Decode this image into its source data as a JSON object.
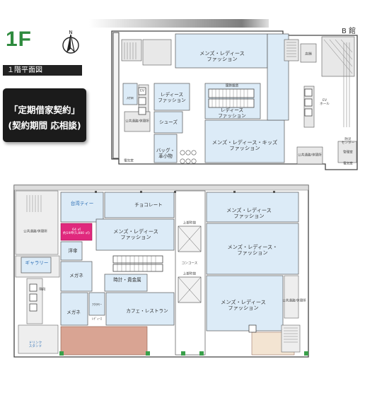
{
  "header": {
    "floor": "1F",
    "floor_plan_label": "１階平面図",
    "building_b": "B 館",
    "compass_letter": "N"
  },
  "notice": {
    "line1": "「定期借家契約」",
    "line2": "(契約期間 応相談)"
  },
  "upper_plan": {
    "rooms": {
      "mens_ladies_fashion_top": "メンズ・レディース\nファッション",
      "ladies_fashion_mid": "レディース\nファッション",
      "ladies_fashion_center": "レディース\nファッション",
      "service_counter": "服飾雑貨",
      "shoes": "シューズ",
      "bag_accessory": "バッグ・\n革小物",
      "mens_ladies_kids": "メンズ・レディース・キッズ\nファッション",
      "atm": "ATM",
      "store_1": "店舗",
      "ev_hall": "EV\nホール",
      "disaster_center": "防災\nセンター",
      "management_room": "管理室"
    },
    "labels": {
      "restroom_left": "公共通路/休憩所",
      "electric_left": "電気室",
      "restroom_right": "公共通路/休憩所",
      "electric_right": "電気室",
      "ev": "EV"
    }
  },
  "lower_plan": {
    "rooms": {
      "tea": "台湾ティー",
      "chocolate": "チョコレート",
      "mens_ladies_right_top": "メンズ・レディース\nファッション",
      "mens_ladies_center": "メンズ・レディース\nファッション",
      "mens_ladies_right_mid": "メンズ・レディース・\nファッション",
      "mens_ladies_right_bottom": "メンズ・レディース\nファッション",
      "western_goods": "洋傘",
      "gallery": "ギャラリー",
      "glasses_left": "メガネ",
      "glasses_bottom": "メガネ",
      "watch_jewelry": "時計・貴金属",
      "cafe_restaurant": "カフェ・レストラン",
      "shop_small_a": "ｱｸｾｻﾘｰ",
      "shop_small_b": "ﾚﾃﾞｨｰｽ",
      "drink_stand": "ドリンク\nスタンド",
      "concourse": "コンコース",
      "upper_passage": "上部吹抜",
      "upper_passage2": "上部吹抜",
      "highlight": "64 ㎡\n約19坪(5,880 ㎡)"
    },
    "labels": {
      "restroom_left": "公共通路/休憩所",
      "restroom_right": "公共通路/休憩所",
      "stairs": "階段"
    },
    "colors": {
      "highlight": "#e0287d",
      "cafe_terrace": "#d9a493",
      "tenant": "#dcebf7"
    }
  }
}
